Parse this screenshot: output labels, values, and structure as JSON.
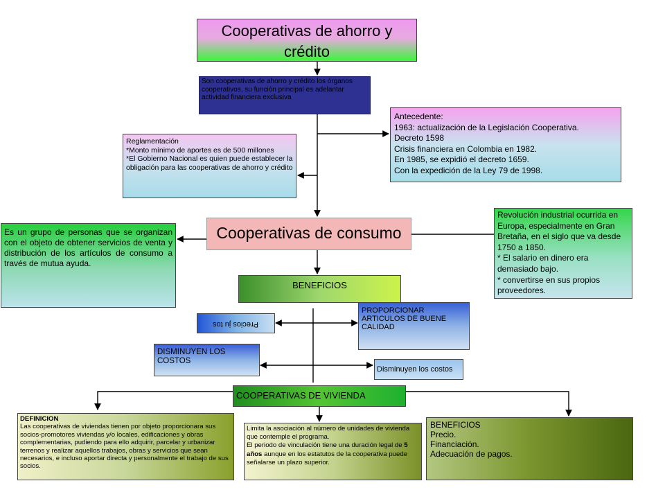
{
  "title": "Cooperativas de ahorro y crédito",
  "ahorro_description": "Son cooperativas de ahorro y crédito los órganos cooperativos, su función principal es adelantar actividad financiera exclusiva",
  "reglamentacion": {
    "heading": "Reglamentación",
    "text": "*Monto mínimo de aportes es de 500 millones\n*El Gobierno Nacional es quien puede establecer la obligación para las cooperativas de ahorro y crédito"
  },
  "antecedente": {
    "heading": "Antecedente:",
    "text": "1963:  actualización de la Legislación Cooperativa.\nDecreto 1598\nCrisis financiera en Colombia en 1982.\nEn 1985, se expidió el decreto 1659.\nCon la expedición de la Ley 79 de 1998."
  },
  "consumo": {
    "title": "Cooperativas de consumo",
    "definition": "Es un  grupo de personas que se organizan con el objeto de obtener servicios de venta y distribución de los artículos de consumo a través de mutua ayuda.",
    "origin": "Revolución industrial ocurrida en Europa, especialmente en Gran Bretaña,  en el siglo que va desde 1750 a 1850.\n* El salario en dinero era demasiado bajo.\n* convertirse en sus propios proveedores.",
    "beneficios_label": "BENEFICIOS",
    "precios": "Precios ju tos",
    "proporcionar": "PROPORCIONAR ARTICULOS DE BUENE CALIDAD",
    "disminuyen_upper": "DISMINUYEN LOS COSTOS",
    "disminuyen_lower": "Disminuyen los costos"
  },
  "vivienda": {
    "title": "COOPERATIVAS DE VIVIENDA",
    "definicion_heading": "DEFINICION",
    "definicion_text": "Las cooperativas de viviendas tienen por objeto proporcionara sus socios-promotores viviendas y/o locales, edificaciones y obras complementarias, pudiendo para ello adquirir, parcelar y urbanizar terrenos y realizar aquellos trabajos, obras y servicios que sean necesarios, e incluso aportar directa y personalmente el trabajo de sus socios.",
    "limita_part1": "Limita la asociación al número de unidades de vivienda que contemple el programa.\nEl periodo de vinculación tiene una duración legal de ",
    "limita_bold": "5 años",
    "limita_part2": " aunque en los estatutos de la cooperativa puede señalarse un plazo superior.",
    "beneficios_text": "BENEFICIOS\nPrecio.\nFinanciación.\nAdecuación de pagos."
  }
}
